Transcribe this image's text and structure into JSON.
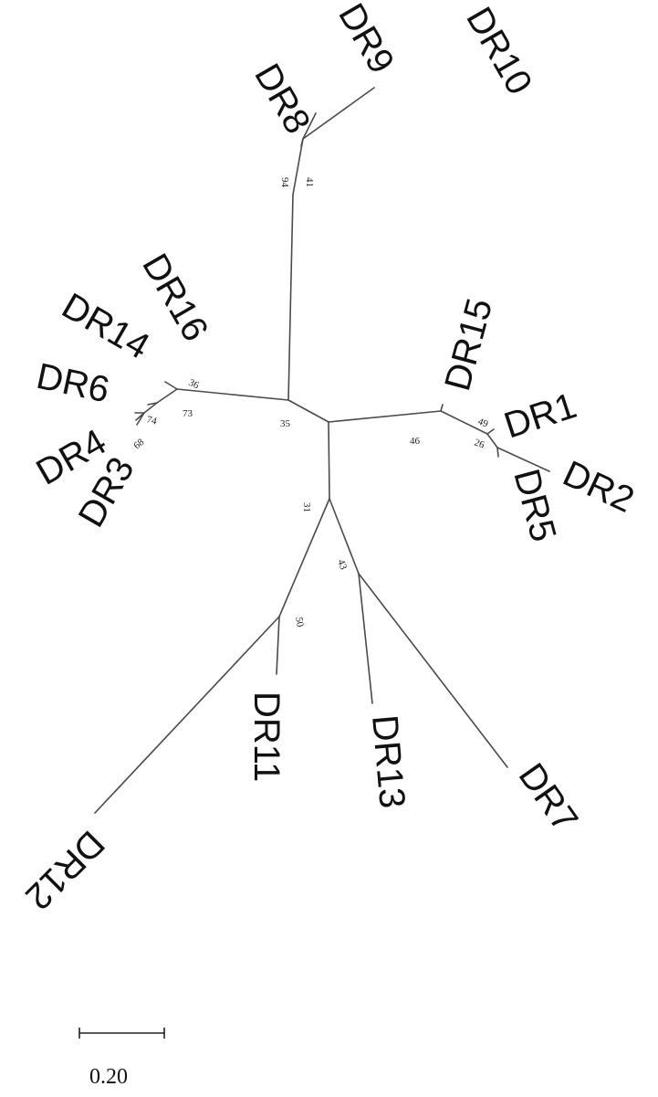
{
  "leaves": {
    "dr1": "DR1",
    "dr2": "DR2",
    "dr3": "DR3",
    "dr4": "DR4",
    "dr5": "DR5",
    "dr6": "DR6",
    "dr7": "DR7",
    "dr8": "DR8",
    "dr9": "DR9",
    "dr10": "DR10",
    "dr11": "DR11",
    "dr12": "DR12",
    "dr13": "DR13",
    "dr14": "DR14",
    "dr15": "DR15",
    "dr16": "DR16"
  },
  "bootstrap": {
    "n94": "94",
    "n41": "41",
    "n36": "36",
    "n74": "74",
    "n73": "73",
    "n68": "68",
    "n35": "35",
    "n46": "46",
    "n49": "49",
    "n26": "26",
    "n31": "31",
    "n43": "43",
    "n50": "50"
  },
  "scale_bar": {
    "label": "0.20"
  }
}
